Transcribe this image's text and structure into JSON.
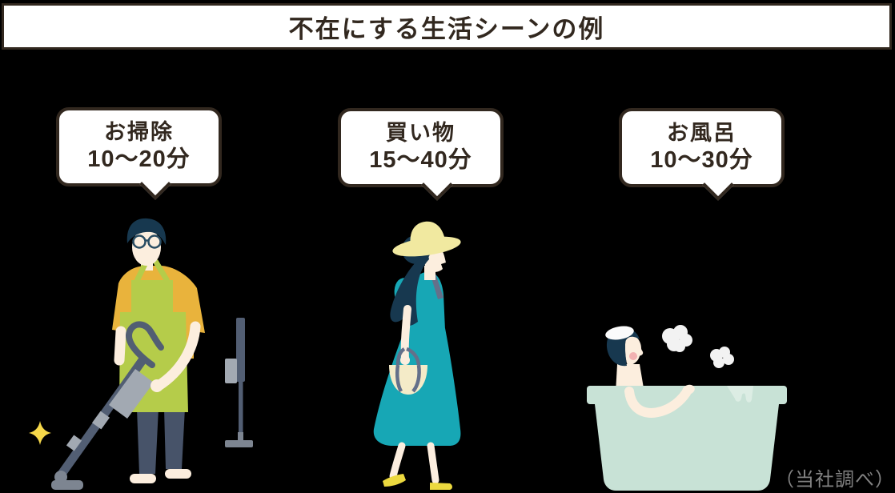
{
  "title": "不在にする生活シーンの例",
  "scenes": [
    {
      "activity": "お掃除",
      "duration": "10〜20分",
      "illustration": "person-vacuuming-illustration"
    },
    {
      "activity": "買い物",
      "duration": "15〜40分",
      "illustration": "woman-shopping-illustration"
    },
    {
      "activity": "お風呂",
      "duration": "10〜30分",
      "illustration": "person-bathing-illustration"
    }
  ],
  "footnote": "（当社調べ）",
  "palette": {
    "bg": "#000000",
    "paper": "#ffffff",
    "ink": "#32281f",
    "navy": "#17384f",
    "skin": "#fceede",
    "cheek": "#f2b1b1",
    "mustard": "#e9b33c",
    "lime": "#b5cc4a",
    "teal": "#17a7b5",
    "mint": "#c8e2d6",
    "mint-light": "#dcede4",
    "steam": "#f2f2f2",
    "cream": "#f4ebc8",
    "hat": "#f1e9a0",
    "shoe": "#ecd93f",
    "slate": "#525e73",
    "pants": "#475369",
    "metal": "#a2a9b2",
    "metal-dark": "#7d8591",
    "sparkle": "#f6d84a",
    "strap": "#64708a",
    "glasses": "#2a4d63",
    "footnote": "#828282"
  }
}
